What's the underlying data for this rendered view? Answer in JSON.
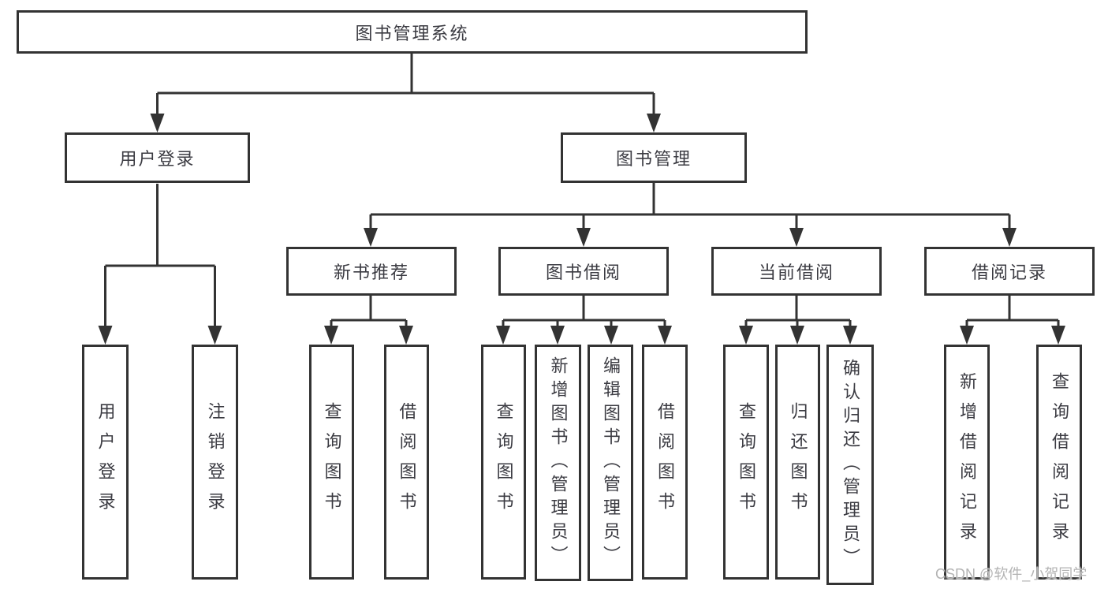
{
  "tree": {
    "root": {
      "label": "图书管理系统"
    },
    "login": {
      "label": "用户登录",
      "children": [
        {
          "label": "用户登录"
        },
        {
          "label": "注销登录"
        }
      ]
    },
    "management": {
      "label": "图书管理",
      "groups": [
        {
          "label": "新书推荐",
          "children": [
            {
              "label": "查询图书"
            },
            {
              "label": "借阅图书"
            }
          ]
        },
        {
          "label": "图书借阅",
          "children": [
            {
              "label": "查询图书"
            },
            {
              "label": "新增图书（管理员）"
            },
            {
              "label": "编辑图书（管理员）"
            },
            {
              "label": "借阅图书"
            }
          ]
        },
        {
          "label": "当前借阅",
          "children": [
            {
              "label": "查询图书"
            },
            {
              "label": "归还图书"
            },
            {
              "label": "确认归还（管理员）"
            }
          ]
        },
        {
          "label": "借阅记录",
          "children": [
            {
              "label": "新增借阅记录"
            },
            {
              "label": "查询借阅记录"
            }
          ]
        }
      ]
    }
  },
  "watermark": {
    "text": "CSDN @软件_小贺同学"
  },
  "colors": {
    "line": "#333333",
    "text": "#3b3b42",
    "watermark": "#b3b3b3",
    "background": "#ffffff"
  }
}
